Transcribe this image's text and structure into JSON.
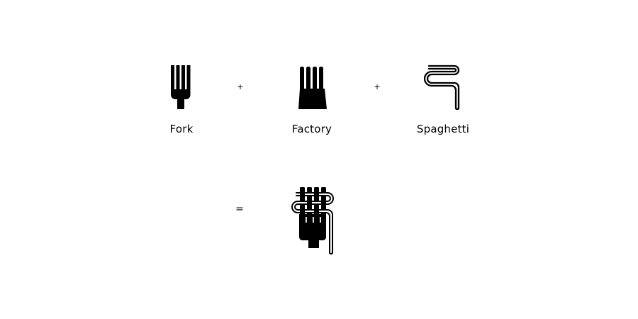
{
  "items": [
    {
      "label": "Fork",
      "icon": "fork-icon"
    },
    {
      "label": "Factory",
      "icon": "factory-icon"
    },
    {
      "label": "Spaghetti",
      "icon": "spaghetti-icon"
    }
  ],
  "operators": {
    "plus_1": "+",
    "plus_2": "+",
    "equals": "="
  },
  "result": {
    "icon": "fork-factory-spaghetti-logo-icon"
  },
  "colors": {
    "background": "#ffffff",
    "ink": "#000000"
  }
}
